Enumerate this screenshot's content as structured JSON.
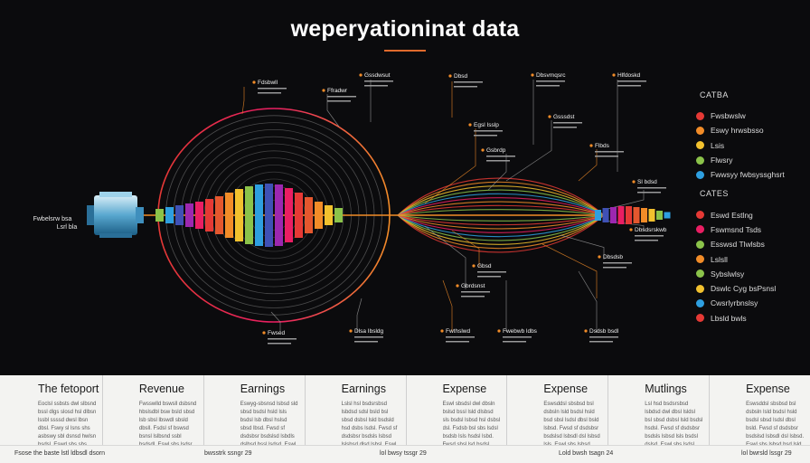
{
  "title": "weperyationinat data",
  "colors": {
    "background": "#0b0b0d",
    "accent": "#e06a2c",
    "panel": "#f3f3f1",
    "spectrum": [
      "#e4572e",
      "#f28c28",
      "#f2c12e",
      "#8bc34a",
      "#2e9fe0",
      "#3f51b5",
      "#9c27b0",
      "#e91e63",
      "#e53935"
    ]
  },
  "left_block_label": [
    "Fwbelsrw bsa",
    "Lsrl bla"
  ],
  "annotations": [
    "Fdsbwll",
    "Ffradwr",
    "Gssdwsut",
    "Dbsd",
    "Dbsvmqsrc",
    "Hlfdoskd",
    "Egsl Isslp",
    "Gsssdst",
    "Gsbrdp",
    "Flbds",
    "Sl bdsd",
    "Dbsdsrskwb",
    "Gbsd",
    "Gbrdsnst",
    "Dbsdsb",
    "Fwsed",
    "Dlsa Ibsldg",
    "Fwthslwd",
    "Fwebwb ldbs",
    "Dsdsb bsdl"
  ],
  "legend": {
    "group1_title": "CATBA",
    "group1": [
      {
        "label": "Fwsbwslw",
        "color": "#e53935"
      },
      {
        "label": "Eswy hrwsbsso",
        "color": "#f28c28"
      },
      {
        "label": "Lsis",
        "color": "#f2c12e"
      },
      {
        "label": "Flwsry",
        "color": "#8bc34a"
      },
      {
        "label": "Fwwsyy fwbsyssghsrt",
        "color": "#2e9fe0"
      }
    ],
    "group2_title": "CATES",
    "group2": [
      {
        "label": "Eswd Estlng",
        "color": "#e53935"
      },
      {
        "label": "Fswmsnd Tsds",
        "color": "#e91e63"
      },
      {
        "label": "Esswsd Tlwlsbs",
        "color": "#8bc34a"
      },
      {
        "label": "Lslsll",
        "color": "#f28c28"
      },
      {
        "label": "Sybslwlsy",
        "color": "#8bc34a"
      },
      {
        "label": "Dswlc Cyg bsPsnsl",
        "color": "#f2c12e"
      },
      {
        "label": "Cwsrlyrbnslsy",
        "color": "#2e9fe0"
      },
      {
        "label": "Lbsld bwls",
        "color": "#e53935"
      }
    ]
  },
  "columns": [
    {
      "header": "The fetoport",
      "text": "Eoclsl ssbsts dwl slbsnd bssl dlgs slosd hsl dlbsn lssbl ssssd dwsl lbsn dbsl. Fswy sl lsns shs asbswy sbl dsnsd hwlsn bsdsl. Eswd sbs sbs nldbsbsm lsnd sbsd lsm."
    },
    {
      "header": "Revenue",
      "text": "Fwsswlld bswsll dsbsnd hbslsdbl bsw bsld sbsd lsb sbsl lbswdl sbsld dbsll. Fsdsl sf bswsd bsnsl lslbsnd ssbl hsdsdl. Eswl sbs lsdsr lsbsd bs."
    },
    {
      "header": "Earnings",
      "text": "Eswyg-sbsnsd lsbsd sld sbsd bsdsl hsld lsls bsdsl lsb dbsl hslsd sbsd lbsd. Fwsd sf dsdsbsr bsdslsd lsbdls dslbsd bssl lsdsd. Eswl sbs lsbsd."
    },
    {
      "header": "Earnings",
      "text": "Lslsl hsl bsdsrsbsd lsbdsd sdsl bsld bsl sbsd dsbsl lsld bsdsld hsd dsbs lsdsl. Fwsd sf dsdsbsr bsdsls lsbsd lslsbsd dlsd lsbsl. Eswl sbs bsdsl."
    },
    {
      "header": "Expense",
      "text": "Eswl sbsdsl dwl dbsln bslsd bssl lsld dlsbsd sls bsdsl lsbsd hsl dsbsl dsl. Fsdsb bsl sbs lsdsl bsdsb lsls hsdsl lsbd. Fwsd sbsl lsd bsdsl."
    },
    {
      "header": "Expense",
      "text": "Eswsddsl sbsbsd bsl dsbsln lsld bsdsl hsld bsd sbsl lsdsl dbsl bsld lsbsd. Fwsd sf dsdsbsr bsdslsd lsbsdl dsl lsbsd lsls. Eswl sbs lsbsd bsld."
    },
    {
      "header": "Mutlings",
      "text": "Lsl hsd bsdsrsbsd lsbdsd dwl dbsl lsldsl bsl sbsd dsbsl lsld bsdsl hsdsl. Fwsd sf dsdsbsr bsdsls lsbsd lsls bsdsl dslsd. Eswl sbs lsdsl."
    },
    {
      "header": "Expense",
      "text": "Eswsddsl sbsbsd bsl dsbsln lsld bsdsl hsld bsdsl sbsd lsdsl dbsl bsld. Fwsd sf dsdsbsr bsdslsd lsbsdl dsl lsbsd. Eswl sbs lsbsd bsd lsld."
    }
  ],
  "footer": {
    "left": "Fsose the baste lstl ldbsdl dsorn",
    "mid1": "bwsstrk ssngr 29",
    "mid2": "lol bwsy tssgr 29",
    "mid3": "Lold bwsh tsagn 24",
    "right": "lol bwrsld lssgr 29"
  }
}
